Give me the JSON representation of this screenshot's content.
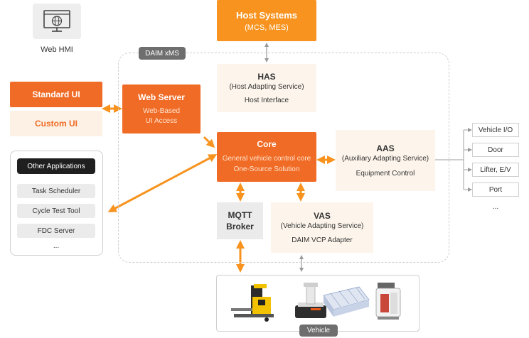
{
  "web_hmi": {
    "label": "Web HMI",
    "icon": "monitor-globe-icon"
  },
  "host_systems": {
    "title": "Host Systems",
    "subtitle": "(MCS, MES)"
  },
  "xms": {
    "badge": "DAIM xMS"
  },
  "ui": {
    "standard": "Standard UI",
    "custom": "Custom UI"
  },
  "web_server": {
    "title": "Web Server",
    "line1": "Web-Based",
    "line2": "UI Access"
  },
  "has": {
    "title": "HAS",
    "subtitle": "(Host Adapting Service)",
    "detail": "Host Interface"
  },
  "core": {
    "title": "Core",
    "line1": "General vehicle control core",
    "line2": "One-Source Solution"
  },
  "aas": {
    "title": "AAS",
    "subtitle": "(Auxiliary Adapting Service)",
    "detail": "Equipment Control"
  },
  "mqtt": {
    "line1": "MQTT",
    "line2": "Broker"
  },
  "vas": {
    "title": "VAS",
    "subtitle": "(Vehicle Adapting Service)",
    "detail": "DAIM VCP Adapter"
  },
  "other_apps": {
    "title": "Other Applications",
    "items": [
      "Task Scheduler",
      "Cycle Test Tool",
      "FDC Server"
    ],
    "more": "..."
  },
  "equipment": {
    "items": [
      "Vehicle I/O",
      "Door",
      "Lifter, E/V",
      "Port"
    ],
    "more": "..."
  },
  "vehicle": {
    "badge": "Vehicle"
  },
  "colors": {
    "orange": "#f06b25",
    "host_orange": "#f7931e",
    "light": "#fdf5ec",
    "gray": "#ebebeb"
  }
}
